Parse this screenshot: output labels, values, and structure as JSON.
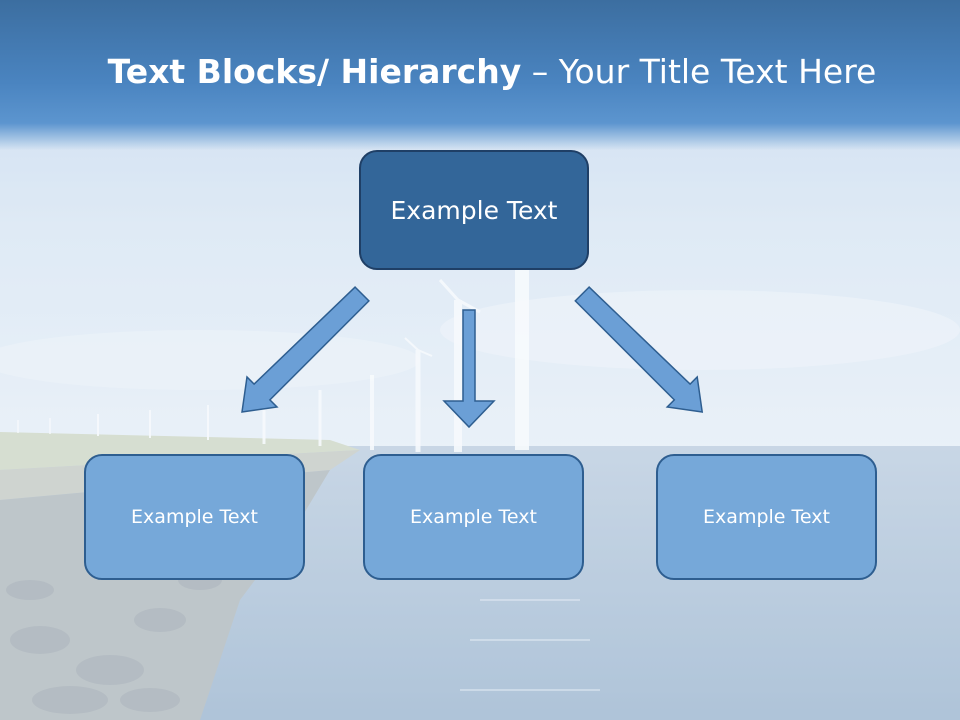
{
  "title": {
    "bold_part": "Text Blocks/ Hierarchy",
    "separator": " – ",
    "regular_part": "Your Title Text Here"
  },
  "diagram": {
    "root": {
      "label": "Example Text"
    },
    "children": [
      {
        "label": "Example Text"
      },
      {
        "label": "Example Text"
      },
      {
        "label": "Example Text"
      }
    ]
  },
  "colors": {
    "title_bar": "#4a84c0",
    "root_fill": "#336699",
    "child_fill": "#76a8d9",
    "arrow_fill": "#6b9fd6",
    "arrow_stroke": "#2e5e90"
  }
}
